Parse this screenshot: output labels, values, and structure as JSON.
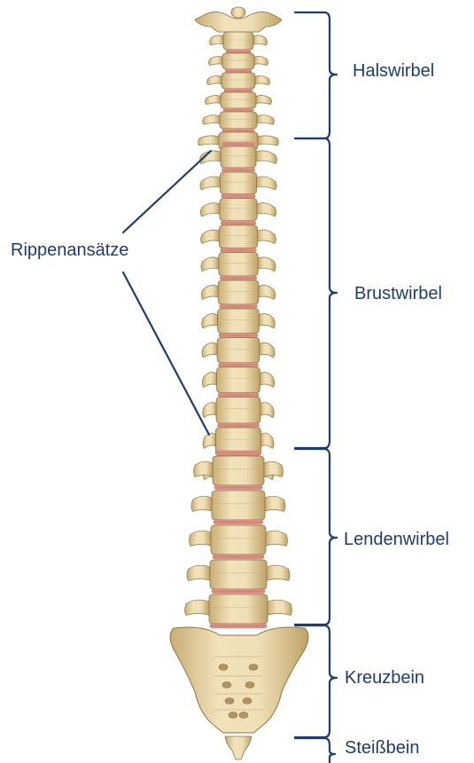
{
  "labels": {
    "halswirbel": "Halswirbel",
    "brustwirbel": "Brustwirbel",
    "lendenwirbel": "Lendenwirbel",
    "kreuzbein": "Kreuzbein",
    "steissbein": "Steißbein",
    "rippenansaetze": "Rippenansätze"
  },
  "colors": {
    "bone": "#e9d6a6",
    "bone_shade": "#c9ad74",
    "bone_outline": "#8d7446",
    "disc": "#d0857a",
    "bracket": "#1f3d6b",
    "label_text": "#1f3d6b"
  }
}
